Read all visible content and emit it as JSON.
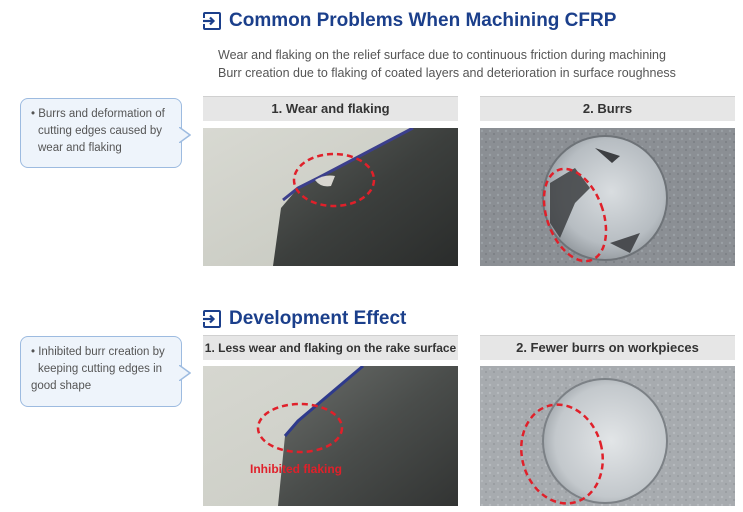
{
  "section1": {
    "title": "Common Problems When Machining CFRP",
    "desc_lines": [
      "Wear and flaking on the relief surface due to continuous friction during machining",
      "Burr creation due to flaking of coated layers and deterioration in surface roughness"
    ],
    "callout_lines": [
      "• Burrs and deformation of",
      "cutting edges caused by",
      "wear and flaking"
    ],
    "panel1_header": "1. Wear and flaking",
    "panel2_header": "2. Burrs"
  },
  "section2": {
    "title": "Development Effect",
    "callout_lines": [
      "• Inhibited burr creation by",
      "keeping cutting edges in",
      "good shape"
    ],
    "panel1_header": "1. Less wear and flaking on the rake surface",
    "panel2_header": "2. Fewer burrs on workpieces",
    "panel1_annotation": "Inhibited flaking"
  },
  "icons": {
    "section_icon": "arrow-into-box-icon"
  },
  "colors": {
    "title_blue": "#1b3f8b",
    "callout_border": "#9dbbe0",
    "callout_fill": "#eef4fb",
    "highlight_red": "#e0202a"
  }
}
